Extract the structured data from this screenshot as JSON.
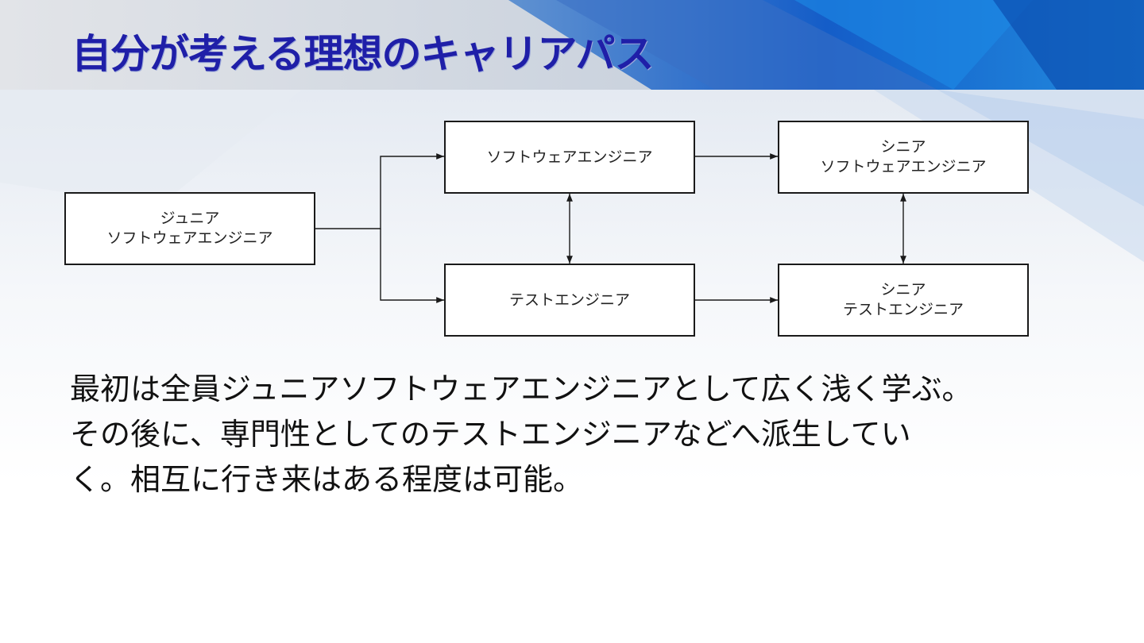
{
  "slide": {
    "title": "自分が考える理想のキャリアパス",
    "colors": {
      "title": "#1f1fa8",
      "header_band": "#dfe3ea",
      "accent_blue": "#0a55c8"
    }
  },
  "diagram": {
    "nodes": {
      "junior_swe": {
        "lines": [
          "ジュニア",
          "ソフトウェアエンジニア"
        ]
      },
      "swe": {
        "lines": [
          "ソフトウェアエンジニア"
        ]
      },
      "test_engineer": {
        "lines": [
          "テストエンジニア"
        ]
      },
      "senior_swe": {
        "lines": [
          "シニア",
          "ソフトウェアエンジニア"
        ]
      },
      "senior_test": {
        "lines": [
          "シニア",
          "テストエンジニア"
        ]
      }
    },
    "edges": [
      {
        "from": "junior_swe",
        "to": "swe",
        "direction": "forward"
      },
      {
        "from": "junior_swe",
        "to": "test_engineer",
        "direction": "forward"
      },
      {
        "from": "swe",
        "to": "test_engineer",
        "direction": "both"
      },
      {
        "from": "swe",
        "to": "senior_swe",
        "direction": "forward"
      },
      {
        "from": "test_engineer",
        "to": "senior_test",
        "direction": "forward"
      },
      {
        "from": "senior_swe",
        "to": "senior_test",
        "direction": "both"
      }
    ]
  },
  "body": {
    "lines": [
      "最初は全員ジュニアソフトウェアエンジニアとして広く浅く学ぶ。",
      "その後に、専門性としてのテストエンジニアなどへ派生してい",
      "く。相互に行き来はある程度は可能。"
    ]
  }
}
